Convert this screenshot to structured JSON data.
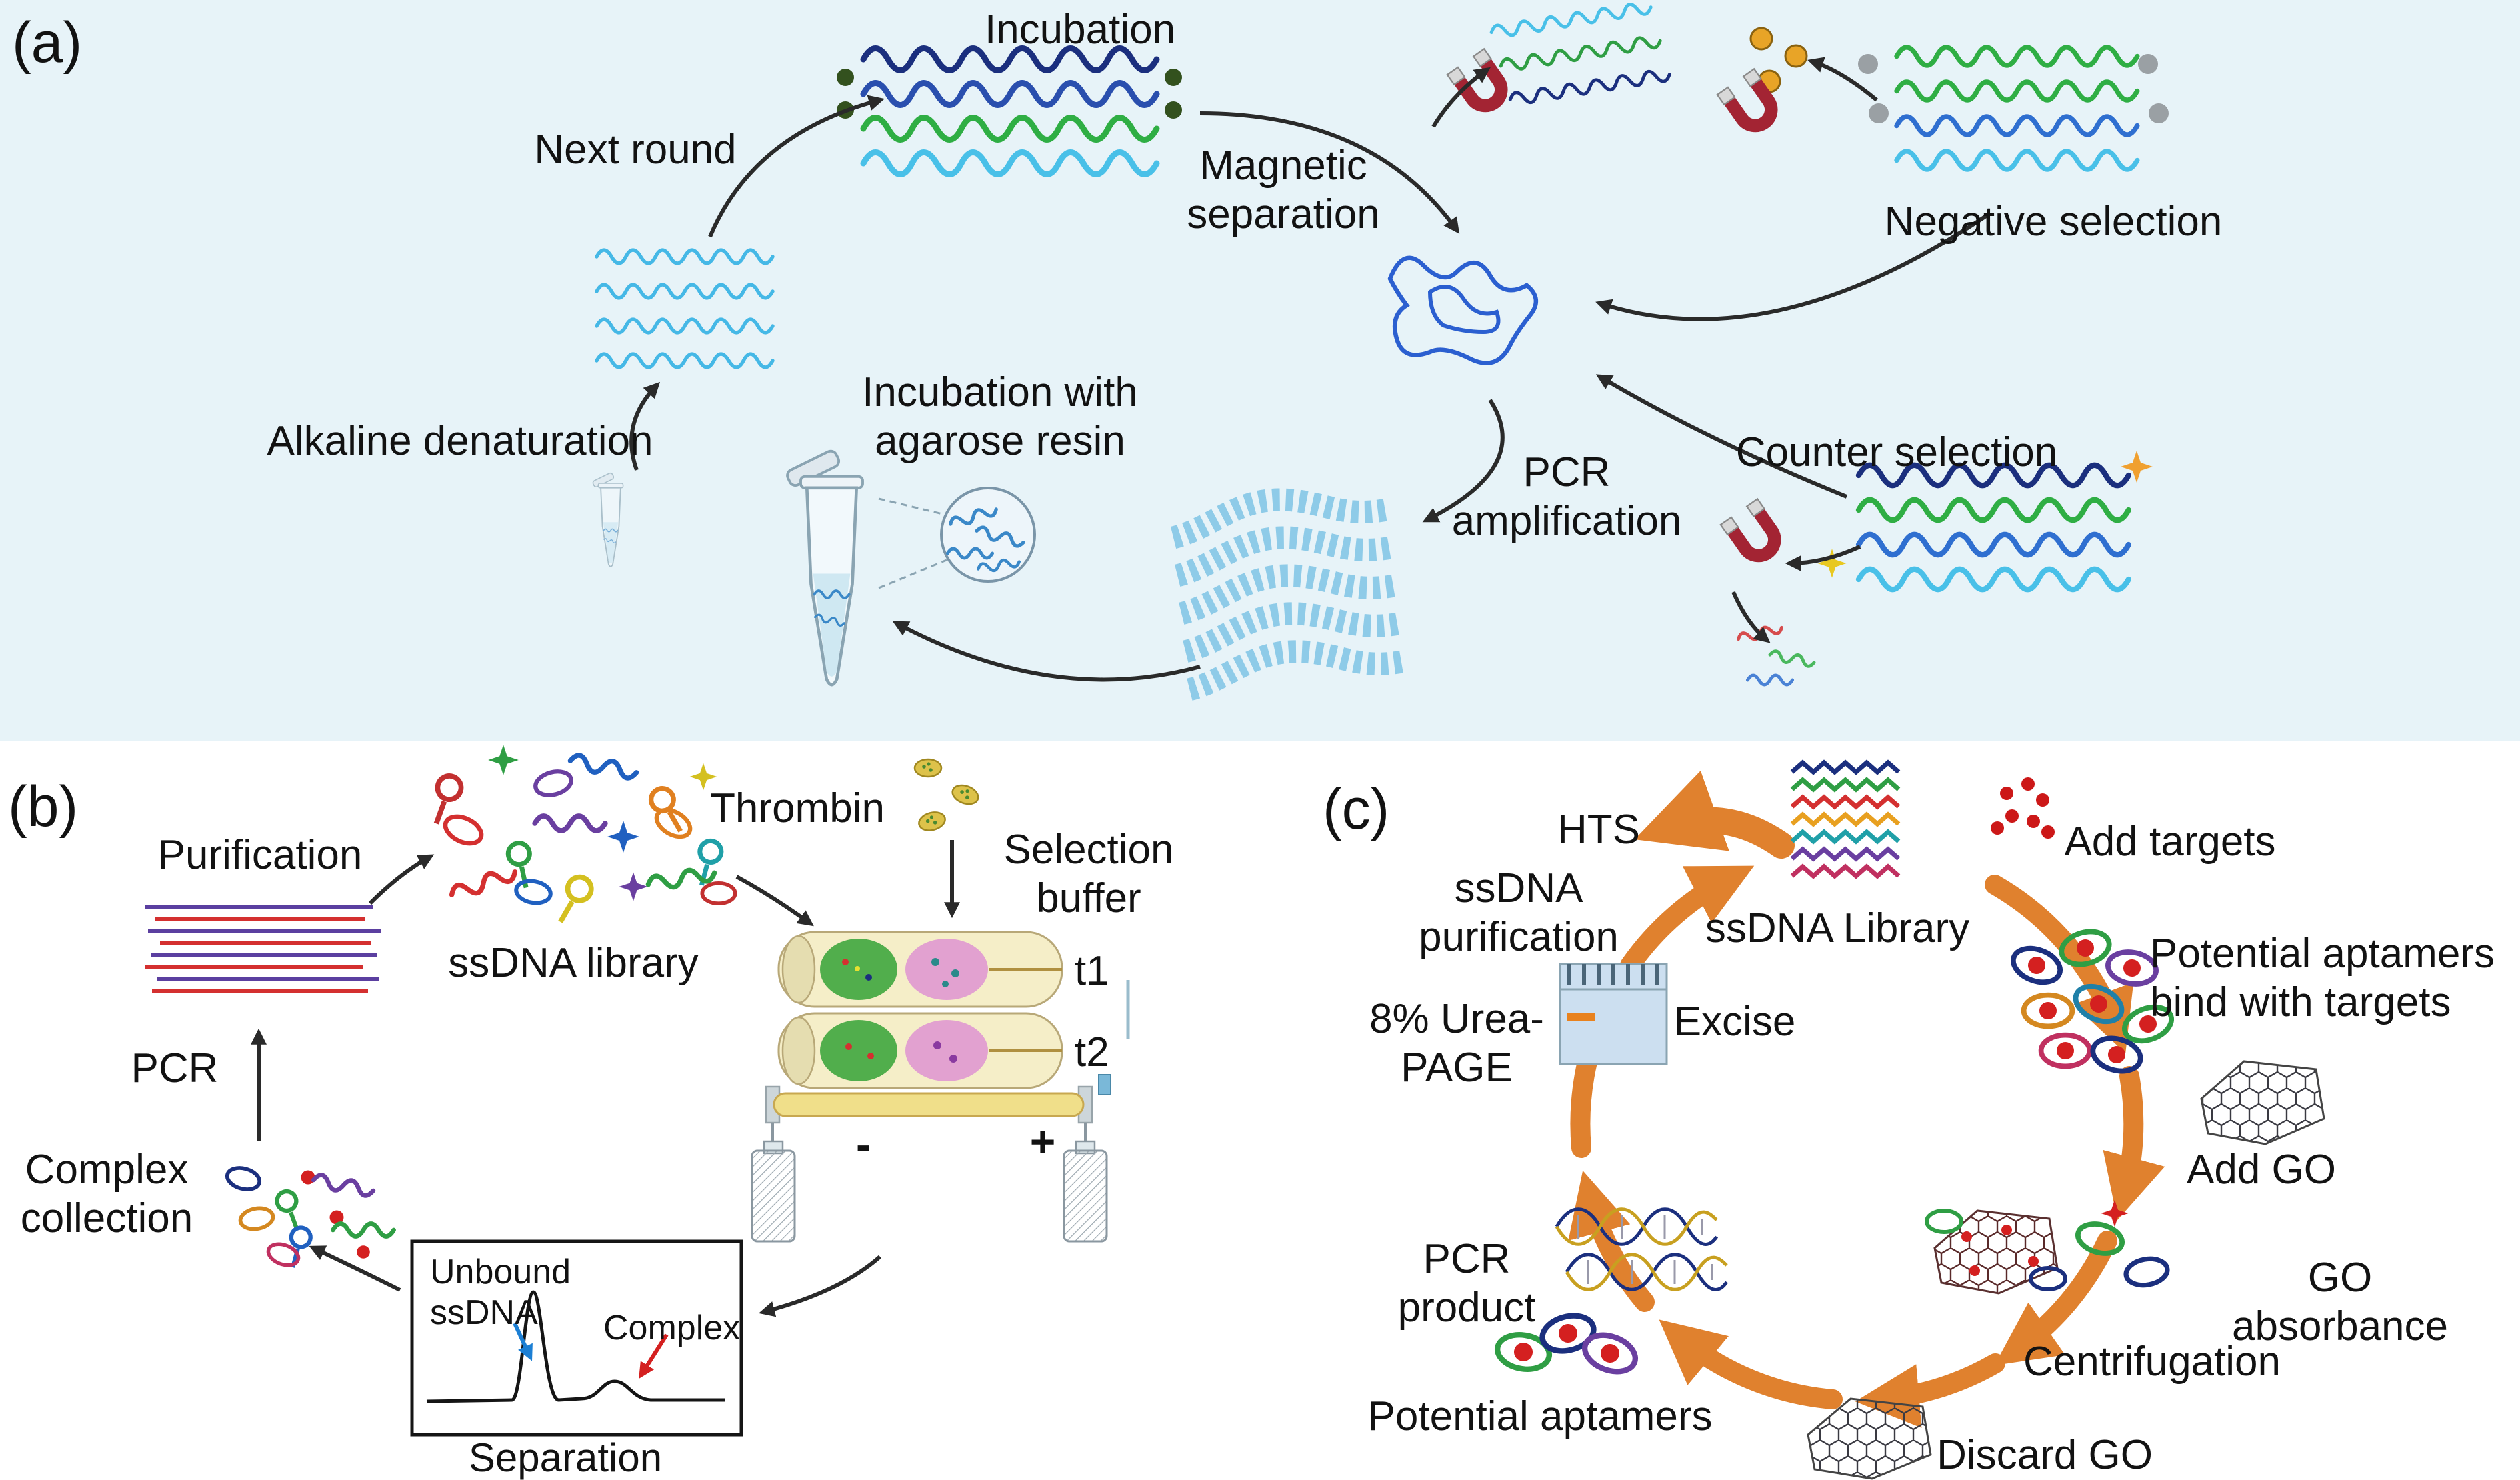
{
  "colors": {
    "panel_a_bg": "#e7f3f8",
    "cycle_arrow_orange": "#e0812e",
    "magnet_red": "#a32433",
    "wave_navy": "#1b2f7e",
    "wave_blue": "#2f6fd0",
    "wave_green": "#2fae44",
    "wave_cyan": "#49c0e8",
    "target_red": "#cc1818",
    "bead_orange": "#e8a427",
    "bead_gray": "#9aa0a4",
    "bead_darkgreen": "#33511e",
    "annotate_blue": "#1c7fd4",
    "annotate_red": "#d42020"
  },
  "panel_a": {
    "tag": "(a)",
    "incubation": "Incubation",
    "next_round": "Next round",
    "magnetic_separation": "Magnetic\nseparation",
    "negative_selection": "Negative selection",
    "counter_selection": "Counter selection",
    "pcr_amplification": "PCR\namplification",
    "incubation_agarose": "Incubation with\nagarose resin",
    "alkaline_denaturation": "Alkaline denaturation"
  },
  "panel_b": {
    "tag": "(b)",
    "purification": "Purification",
    "ssdna_library": "ssDNA library",
    "thrombin": "Thrombin",
    "selection_buffer": "Selection\nbuffer",
    "t1": "t1",
    "t2": "t2",
    "minus": "-",
    "plus": "+",
    "pcr": "PCR",
    "complex_collection": "Complex\ncollection",
    "unbound_ssdna": "Unbound\nssDNA",
    "complex": "Complex",
    "separation": "Separation"
  },
  "panel_c": {
    "tag": "(c)",
    "hts": "HTS",
    "ssdna_library": "ssDNA Library",
    "add_targets": "Add targets",
    "potential_aptamers_bind": "Potential aptamers\nbind with targets",
    "add_go": "Add GO",
    "go_absorbance": "GO absorbance",
    "centrifugation": "Centrifugation",
    "discard_go": "Discard GO",
    "potential_aptamers": "Potential aptamers",
    "pcr_product": "PCR\nproduct",
    "urea_page": "8% Urea-\nPAGE",
    "excise": "Excise",
    "ssdna_purification": "ssDNA\npurification"
  }
}
